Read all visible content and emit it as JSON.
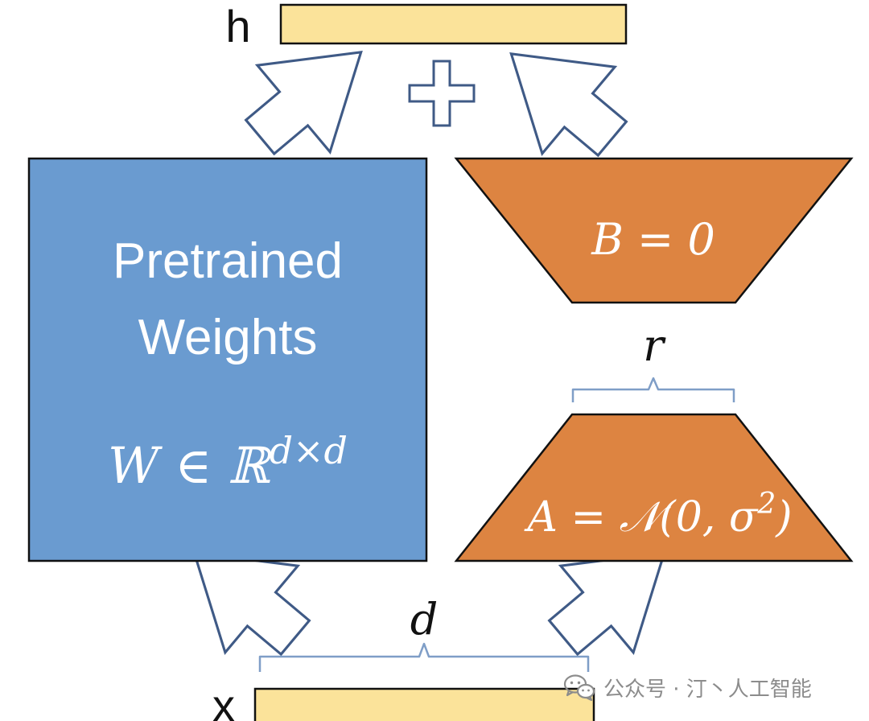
{
  "output_label": "h",
  "input_label": "x",
  "pretrained": {
    "title_line1": "Pretrained",
    "title_line2": "Weights",
    "formula": "W ∈ ℝ",
    "formula_exp": "d×d"
  },
  "matrix_b": {
    "formula": "B = 0"
  },
  "matrix_a": {
    "formula": "A = 𝒩(0, σ",
    "formula_exp": "2",
    "formula_close": ")"
  },
  "rank_label": "r",
  "dim_label": "d",
  "plus_symbol": "+",
  "watermark": {
    "text": "公众号 · 汀丶人工智能",
    "icon": "wechat-icon"
  },
  "colors": {
    "pretrained_fill": "#6a9bd0",
    "adapter_fill": "#dd8441",
    "io_bar_fill": "#fbe39a",
    "arrow_stroke": "#3f5a86",
    "brace_stroke": "#7f9ec7",
    "watermark": "#8c8c8c"
  }
}
